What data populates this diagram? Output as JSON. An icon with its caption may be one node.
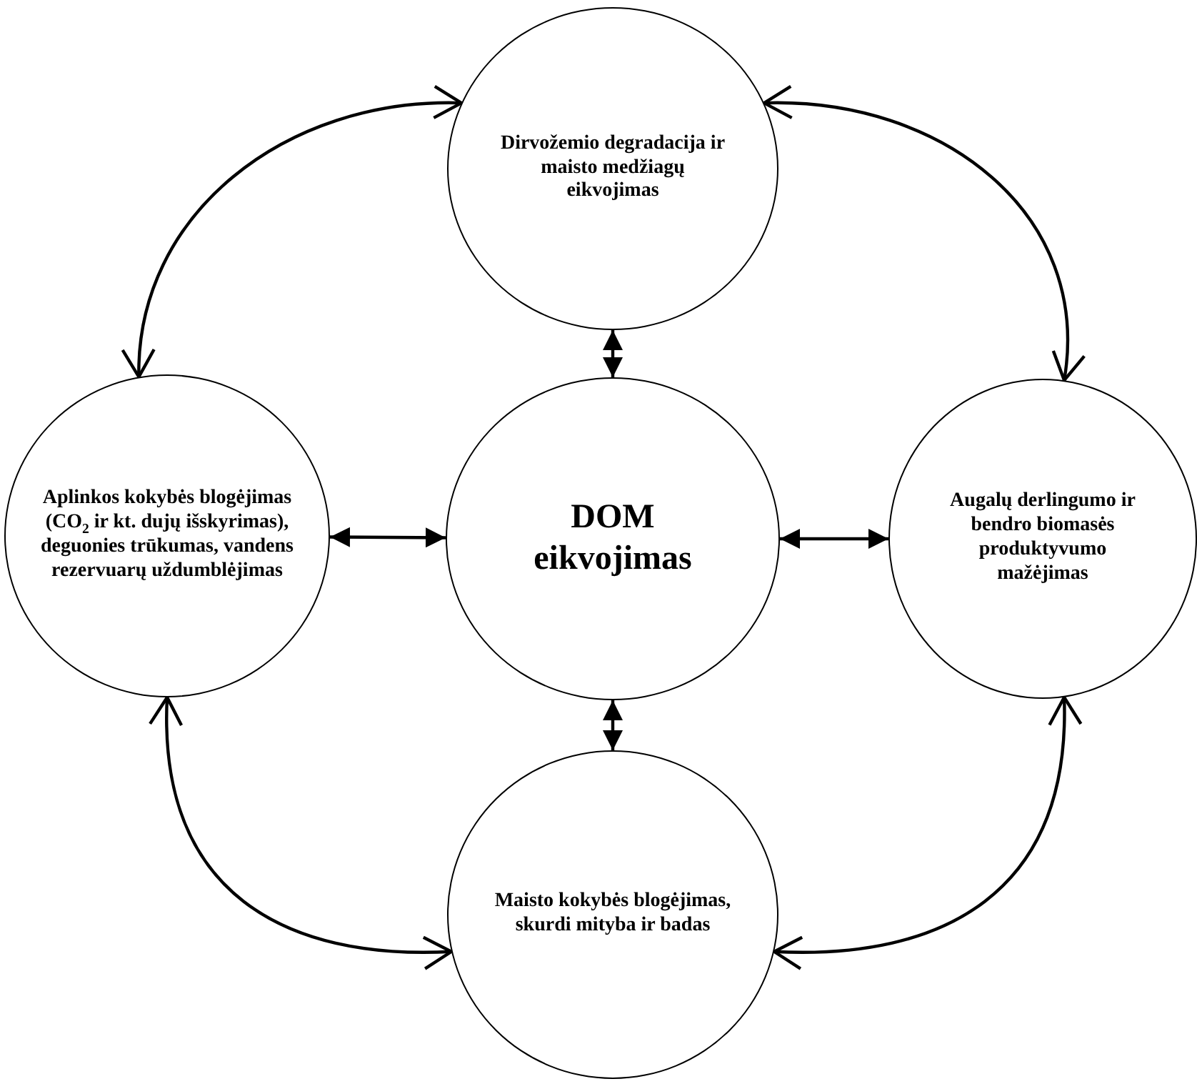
{
  "diagram": {
    "nodes": [
      {
        "text": [
          "DOM eikvojimas"
        ]
      },
      {
        "text": [
          "Dirvožemio degradacija ir maisto medžiagų eikvojimas"
        ]
      },
      {
        "text": [
          "Aplinkos kokybės blogėjimas (CO$_{2}$ ir kt. dujų išskyrimas), deguonies trūkumas, vandens rezervuarų uždumblėjimas"
        ]
      },
      {
        "text": [
          "Augalų derlingumo ir bendro biomasės produktyvumo mažėjimas"
        ]
      },
      {
        "text": [
          "Maisto kokybės blogėjimas, skurdi mityba ir badas"
        ]
      }
    ],
    "edges": [
      {
        "from": 0,
        "to": 1,
        "arrow": "both"
      },
      {
        "from": 0,
        "to": 2,
        "arrow": "both"
      },
      {
        "from": 0,
        "to": 3,
        "arrow": "both"
      },
      {
        "from": 0,
        "to": 4,
        "arrow": "both"
      },
      {
        "from": 1,
        "to": 2,
        "arrow": "both"
      },
      {
        "from": 1,
        "to": 3,
        "arrow": "both"
      },
      {
        "from": 2,
        "to": 4,
        "arrow": "both"
      },
      {
        "from": 3,
        "to": 4,
        "arrow": "both"
      }
    ]
  }
}
